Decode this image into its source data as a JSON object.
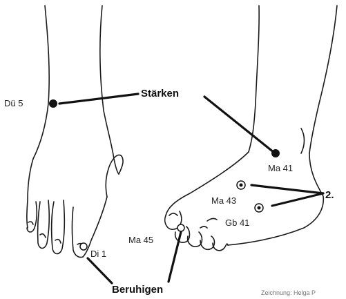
{
  "labels": {
    "staerken": "Stärken",
    "beruhigen": "Beruhigen",
    "num2": "2.",
    "du5": "Dü 5",
    "di1": "Di 1",
    "ma41": "Ma 41",
    "ma43": "Ma 43",
    "gb41": "Gb 41",
    "ma45": "Ma 45"
  },
  "credit": "Zeichnung: Helga P",
  "colors": {
    "ink": "#111111",
    "paper": "#ffffff"
  }
}
